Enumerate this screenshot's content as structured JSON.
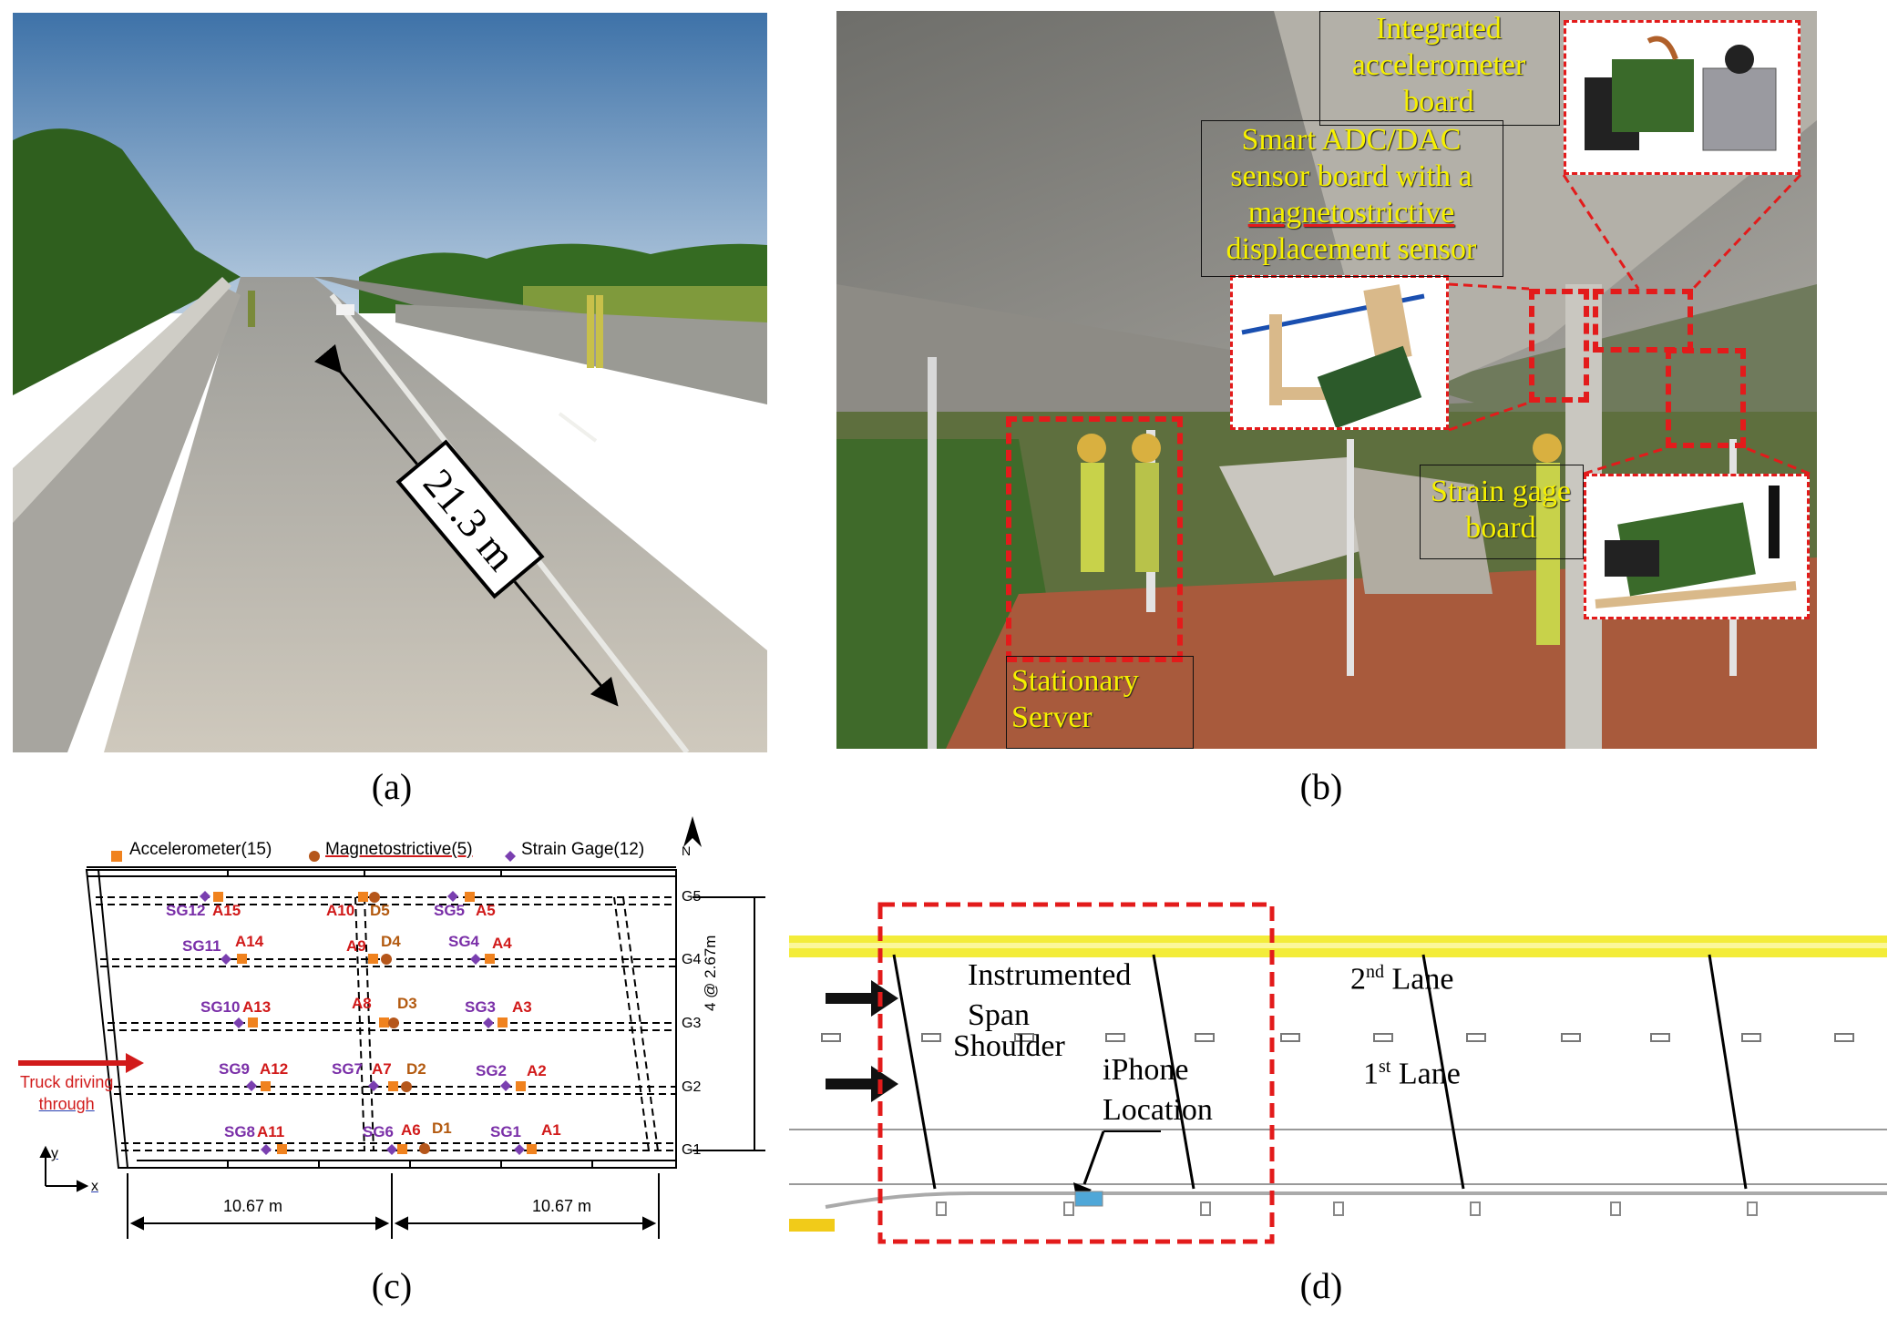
{
  "panels": {
    "a": {
      "caption": "(a)",
      "span_label": "21.3 m"
    },
    "b": {
      "caption": "(b)",
      "labels": {
        "accel_board": [
          "Integrated",
          "accelerometer",
          "board"
        ],
        "adc_board": [
          "Smart ADC/DAC",
          "sensor board with a"
        ],
        "adc_board_underlined": "magnetostrictive",
        "adc_board_last": "displacement sensor",
        "strain_board": [
          "Strain gage",
          "board"
        ],
        "server": [
          "Stationary",
          "Server"
        ]
      }
    },
    "c": {
      "caption": "(c)",
      "legend": {
        "accelerometer": "Accelerometer(15)",
        "magnetostrictive": "Magnetostrictive(5)",
        "strain": "Strain Gage(12)"
      },
      "north": "N",
      "girders": [
        "G5",
        "G4",
        "G3",
        "G2",
        "G1"
      ],
      "spacing_label": "4 @ 2.67m",
      "truck_label": [
        "Truck driving",
        "through"
      ],
      "axis_x": "x",
      "axis_y": "y",
      "dimension_left": "10.67 m",
      "dimension_right": "10.67 m",
      "sensors": {
        "strain": [
          "SG12",
          "SG5",
          "SG11",
          "SG4",
          "SG10",
          "SG3",
          "SG9",
          "SG7",
          "SG2",
          "SG8",
          "SG6",
          "SG1"
        ],
        "accel": [
          "A15",
          "A10",
          "A5",
          "A14",
          "A9",
          "A4",
          "A13",
          "A8",
          "A3",
          "A12",
          "A7",
          "A2",
          "A11",
          "A6",
          "A1"
        ],
        "disp": [
          "D5",
          "D4",
          "D3",
          "D2",
          "D1"
        ]
      },
      "colors": {
        "strain": "#7a2fa8",
        "accel": "#d11a1a",
        "disp": "#b35a10",
        "accel_marker": "#f0821e",
        "disp_marker": "#b5561a",
        "strain_marker": "#7a3fb0"
      }
    },
    "d": {
      "caption": "(d)",
      "labels": {
        "instrumented": "Instrumented",
        "span": "Span",
        "shoulder": "Shoulder",
        "lane2": "2",
        "lane2_sup": "nd",
        "lane2_word": " Lane",
        "lane1": "1",
        "lane1_sup": "st",
        "lane1_word": " Lane",
        "iphone": "iPhone",
        "location": "Location"
      }
    }
  }
}
